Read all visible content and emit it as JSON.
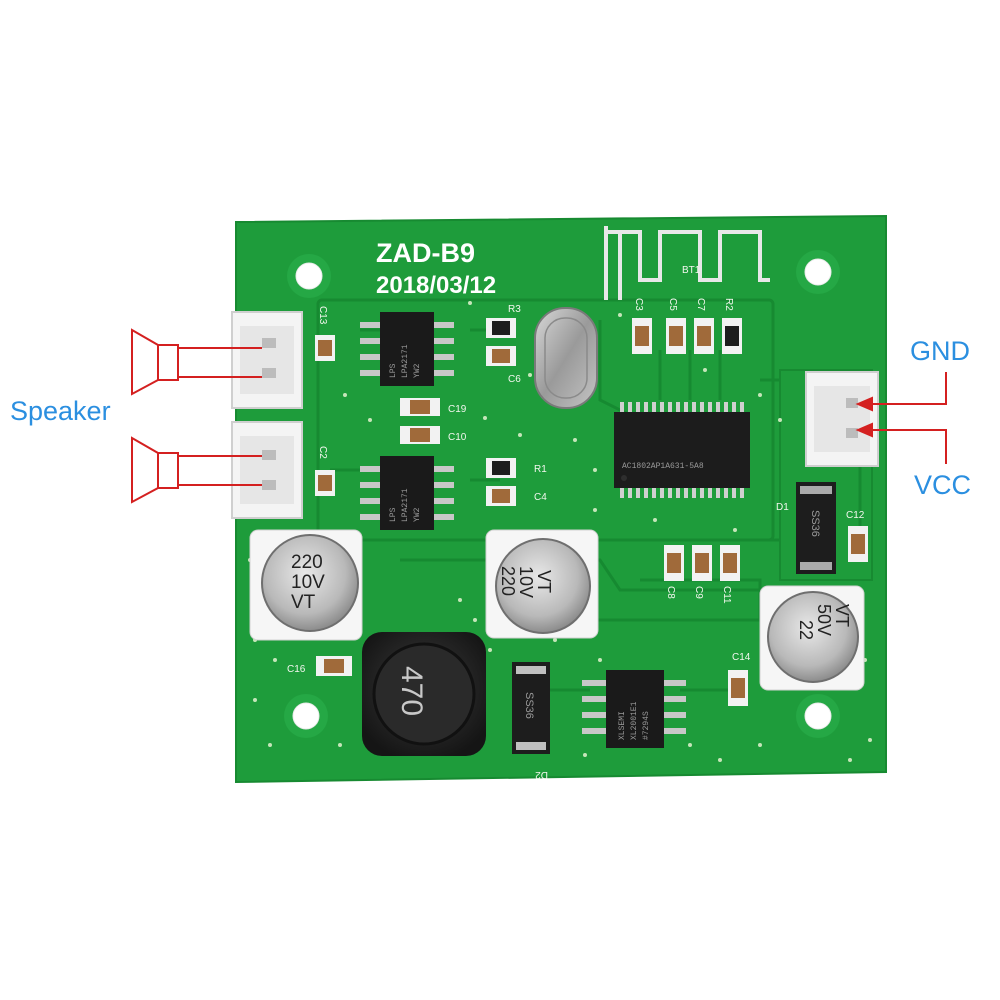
{
  "board": {
    "model": "ZAD-B9",
    "date": "2018/03/12",
    "antenna_label": "BT1"
  },
  "labels": {
    "speaker": "Speaker",
    "gnd": "GND",
    "vcc": "VCC"
  },
  "silkscreen": {
    "c13": "C13",
    "c2": "C2",
    "r3": "R3",
    "c6": "C6",
    "c19": "C19",
    "c10": "C10",
    "r1": "R1",
    "c4": "C4",
    "c3": "C3",
    "c5": "C5",
    "c7": "C7",
    "r2": "R2",
    "d1": "D1",
    "c12": "C12",
    "c8": "C8",
    "c9": "C9",
    "c11": "C11",
    "c16": "C16",
    "c14": "C14",
    "d2": "D2"
  },
  "components": {
    "amp_ic_top": [
      "LPS",
      "LPA2171",
      "YW2"
    ],
    "amp_ic_bottom": [
      "LPS",
      "LPA2171",
      "YW2"
    ],
    "bt_ic": "AC1802AP1A631-5A8",
    "regulator_ic": [
      "XLSEMI",
      "XL2001E1",
      "#7294S"
    ],
    "cap_left": [
      "220",
      "10V",
      "VT"
    ],
    "cap_middle": [
      "VT",
      "10V",
      "220"
    ],
    "cap_right": [
      "VT",
      "50V",
      "22"
    ],
    "inductor": "470",
    "diode_d1": "SS36",
    "diode_d2": "SS36"
  },
  "colors": {
    "pcb_green": "#1d9b3a",
    "trace_green": "#168a31",
    "label_blue": "#2b8fe0",
    "wire_red": "#d42020"
  }
}
